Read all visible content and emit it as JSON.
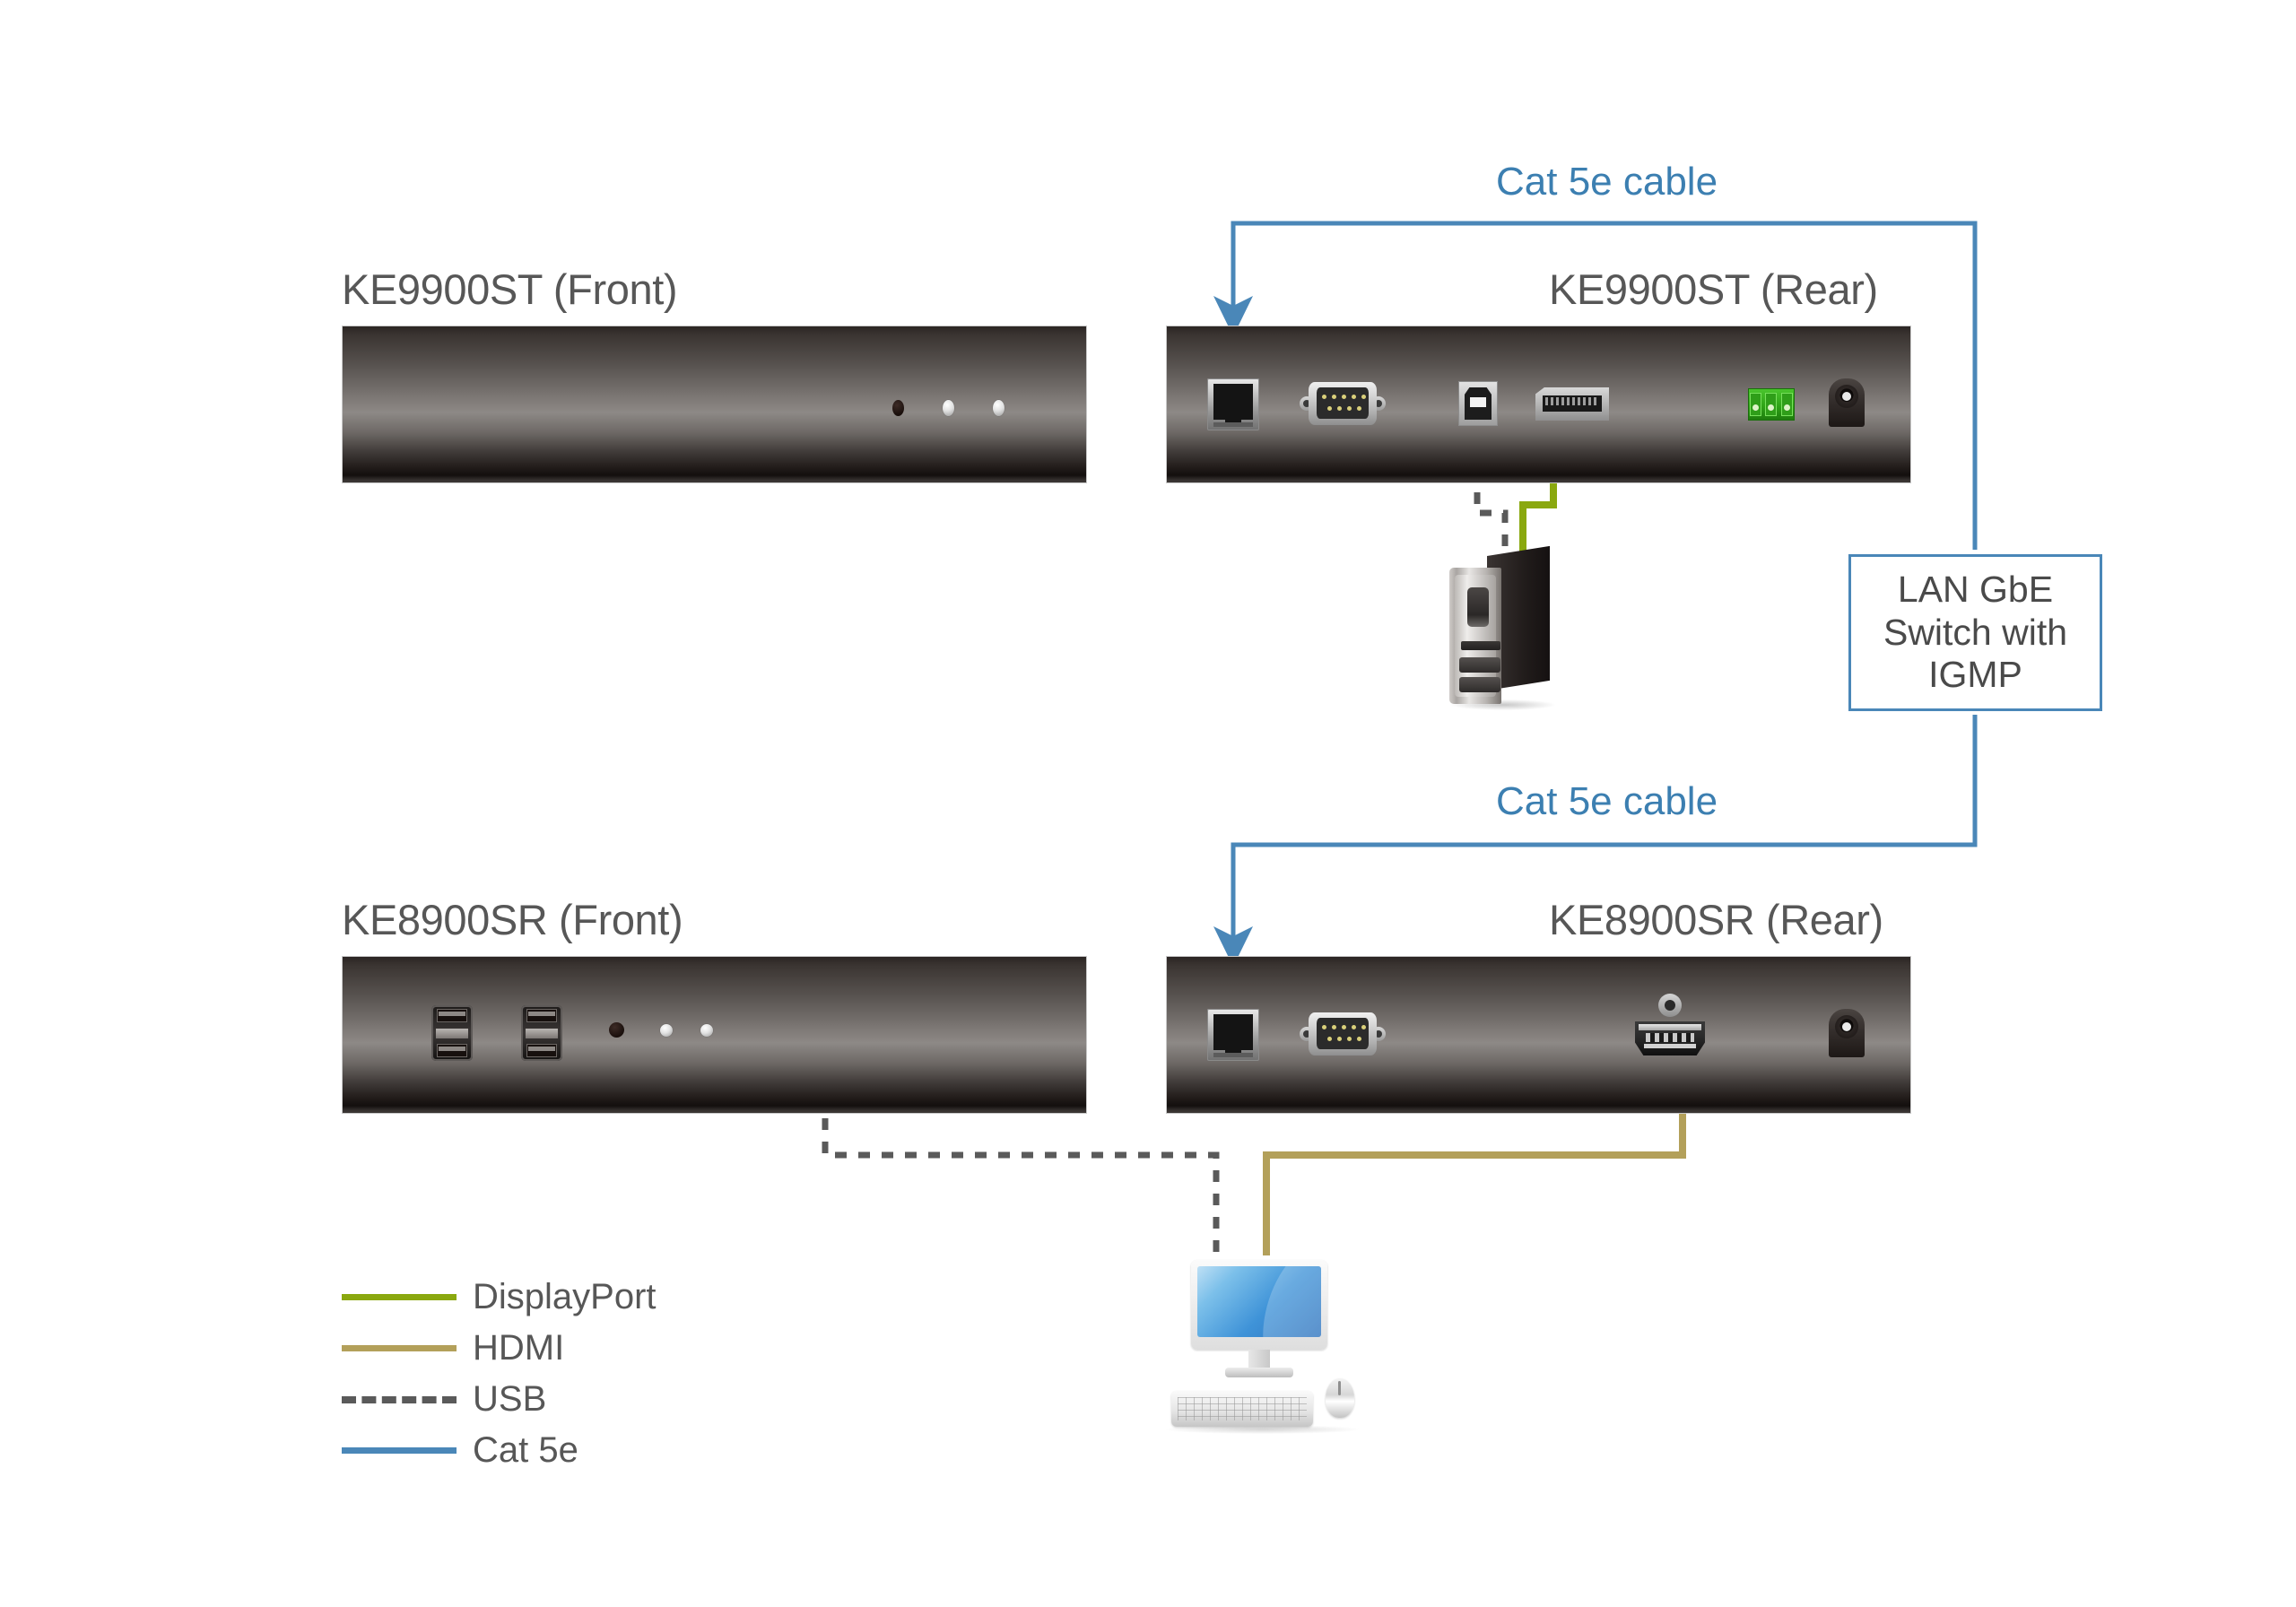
{
  "devices": {
    "st_front": {
      "title": "KE9900ST (Front)"
    },
    "st_rear": {
      "title": "KE9900ST (Rear)"
    },
    "sr_front": {
      "title": "KE8900SR (Front)"
    },
    "sr_rear": {
      "title": "KE8900SR (Rear)"
    }
  },
  "cables": {
    "cat5e_top_label": "Cat 5e cable",
    "cat5e_bottom_label": "Cat 5e cable"
  },
  "lan_switch": {
    "label": "LAN GbE\nSwitch with\nIGMP"
  },
  "legend": {
    "items": [
      {
        "label": "DisplayPort",
        "color": "#8aa80f",
        "style": "solid"
      },
      {
        "label": "HDMI",
        "color": "#b3a05a",
        "style": "solid"
      },
      {
        "label": "USB",
        "color": "#5a5a5a",
        "style": "dashed"
      },
      {
        "label": "Cat 5e",
        "color": "#4a87b8",
        "style": "solid"
      }
    ]
  },
  "colors": {
    "displayport": "#8aa80f",
    "hdmi": "#b3a05a",
    "usb": "#5a5a5a",
    "cat5e": "#4a87b8",
    "caption_blue": "#3c7fb1",
    "title_gray": "#575757",
    "terminal_green": "#2fa317",
    "background": "#ffffff"
  },
  "ports": {
    "st_rear": [
      "rj45",
      "db9-serial",
      "usb-type-b",
      "displayport",
      "terminal-block",
      "power-jack"
    ],
    "sr_rear": [
      "rj45",
      "db9-serial",
      "audio-jack",
      "hdmi",
      "power-jack"
    ],
    "sr_front": [
      "usb-a-stack",
      "usb-a-stack",
      "led",
      "led",
      "led"
    ],
    "st_front": [
      "led",
      "led",
      "led"
    ]
  },
  "endpoints": {
    "pc": "desktop-computer-tower",
    "workstation": "monitor-keyboard-mouse"
  }
}
